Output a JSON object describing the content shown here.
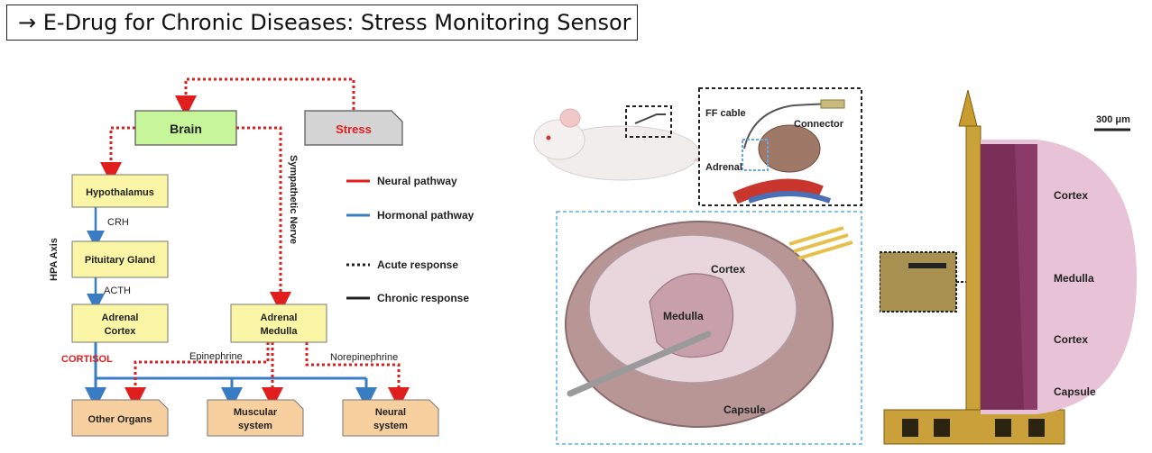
{
  "title": "→ E-Drug for Chronic Diseases: Stress Monitoring Sensor",
  "diagram": {
    "brain": "Brain",
    "stress": "Stress",
    "hypothalamus": "Hypothalamus",
    "crh": "CRH",
    "pituitary": "Pituitary Gland",
    "acth": "ACTH",
    "adrenal_cortex": [
      "Adrenal",
      "Cortex"
    ],
    "adrenal_medulla": [
      "Adrenal",
      "Medulla"
    ],
    "hpa_axis": "HPA Axis",
    "sympathetic_nerve": "Sympathetic Nerve",
    "cortisol": "CORTISOL",
    "epinephrine": "Epinephrine",
    "norepinephrine": "Norepinephrine",
    "other_organs": "Other Organs",
    "muscular": [
      "Muscular",
      "system"
    ],
    "neural": [
      "Neural",
      "system"
    ],
    "legend": {
      "neural_pathway": "Neural pathway",
      "hormonal_pathway": "Hormonal pathway",
      "acute_response": "Acute response",
      "chronic_response": "Chronic response"
    },
    "colors": {
      "neural": "#e01e1e",
      "hormonal": "#3a7cc4",
      "brain_fill": "#c6f59a",
      "gland_fill": "#fbf6a6",
      "organ_fill": "#f8cf9f"
    }
  },
  "mouse_panel": {
    "ff_cable": "FF cable",
    "connector": "Connector",
    "adrenal": "Adrenal",
    "cortex": "Cortex",
    "medulla": "Medulla",
    "capsule": "Capsule"
  },
  "histology_panel": {
    "scale_bar": "300 μm",
    "cortex_top": "Cortex",
    "medulla": "Medulla",
    "cortex_bottom": "Cortex",
    "capsule": "Capsule"
  }
}
